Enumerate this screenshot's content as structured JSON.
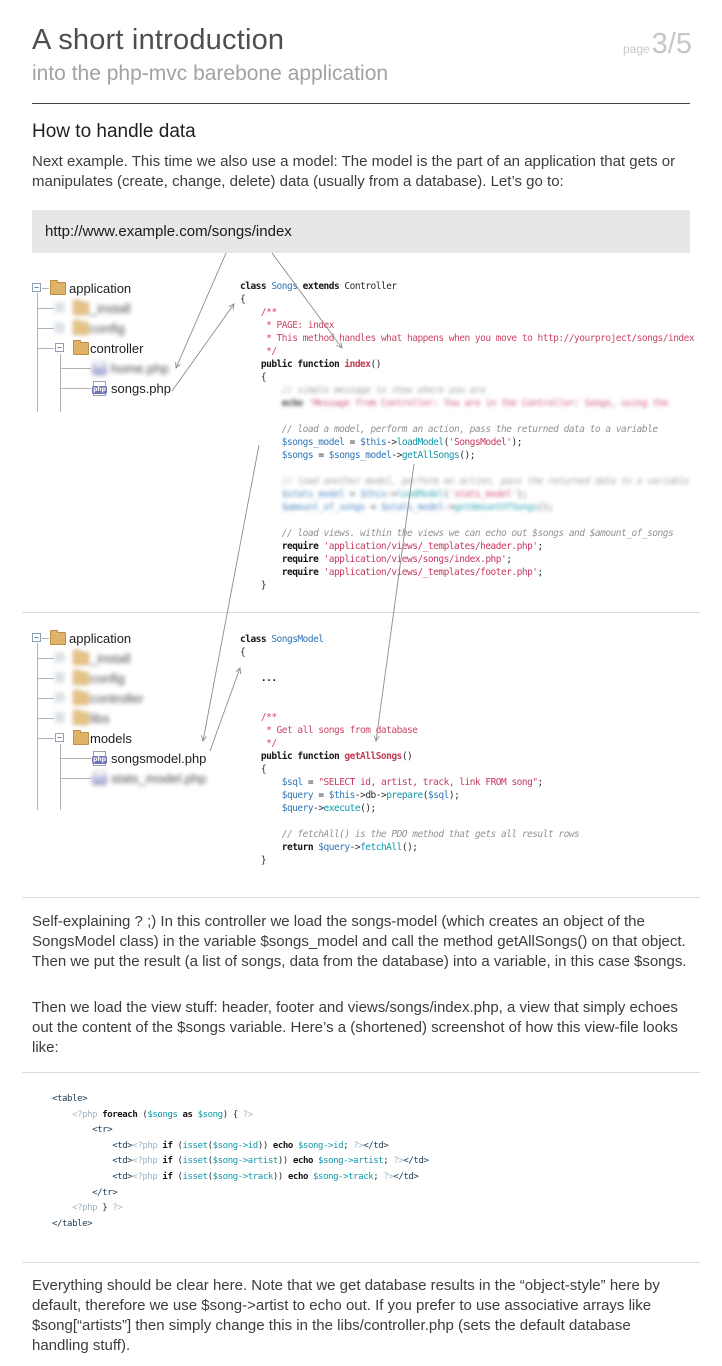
{
  "header": {
    "title": "A short introduction",
    "subtitle": "into the php-mvc barebone application",
    "page_label": "page",
    "page_number": "3/5"
  },
  "section": {
    "heading": "How to handle data",
    "intro": "Next example. This time we also use a model: The model is the part of an application that gets or manipulates (create, change, delete) data (usually from a database). Let’s go to:"
  },
  "url_box": {
    "url": "http://www.example.com/songs/index"
  },
  "icons": {
    "php_badge": "php",
    "toggle_expanded": "−",
    "toggle_collapsed": "+"
  },
  "tree1": {
    "rows": [
      {
        "label": "application",
        "depth": 0,
        "icon": "folder",
        "toggle": "minus",
        "blur": false
      },
      {
        "label": "_install",
        "depth": 1,
        "icon": "folder",
        "toggle": "plus",
        "blur": true
      },
      {
        "label": "config",
        "depth": 1,
        "icon": "folder",
        "toggle": "plus",
        "blur": true
      },
      {
        "label": "controller",
        "depth": 1,
        "icon": "folder",
        "toggle": "minus",
        "blur": false
      },
      {
        "label": "home.php",
        "depth": 2,
        "icon": "php",
        "toggle": null,
        "blur": true
      },
      {
        "label": "songs.php",
        "depth": 2,
        "icon": "php",
        "toggle": null,
        "blur": false
      }
    ]
  },
  "tree2": {
    "rows": [
      {
        "label": "application",
        "depth": 0,
        "icon": "folder",
        "toggle": "minus",
        "blur": false
      },
      {
        "label": "_install",
        "depth": 1,
        "icon": "folder",
        "toggle": "plus",
        "blur": true
      },
      {
        "label": "config",
        "depth": 1,
        "icon": "folder",
        "toggle": "plus",
        "blur": true
      },
      {
        "label": "controller",
        "depth": 1,
        "icon": "folder",
        "toggle": "plus",
        "blur": true
      },
      {
        "label": "libs",
        "depth": 1,
        "icon": "folder",
        "toggle": "plus",
        "blur": true
      },
      {
        "label": "models",
        "depth": 1,
        "icon": "folder",
        "toggle": "minus",
        "blur": false
      },
      {
        "label": "songsmodel.php",
        "depth": 2,
        "icon": "php",
        "toggle": null,
        "blur": false
      },
      {
        "label": "stats_model.php",
        "depth": 2,
        "icon": "php",
        "toggle": null,
        "blur": true
      }
    ]
  },
  "code1": {
    "lines": [
      {
        "s": [
          [
            "kw",
            "class "
          ],
          [
            "cls",
            "Songs"
          ],
          [
            "kw",
            " extends "
          ],
          [
            "pl",
            "Controller"
          ]
        ]
      },
      {
        "s": [
          [
            "pl",
            "{"
          ]
        ]
      },
      {
        "s": [
          [
            "doc",
            "    /**"
          ]
        ]
      },
      {
        "s": [
          [
            "doc",
            "     * PAGE: index"
          ]
        ]
      },
      {
        "s": [
          [
            "doc",
            "     * This method handles what happens when you move to http://yourproject/songs/index"
          ]
        ]
      },
      {
        "s": [
          [
            "doc",
            "     */"
          ]
        ]
      },
      {
        "s": [
          [
            "kw",
            "    public function "
          ],
          [
            "def",
            "index"
          ],
          [
            "pl",
            "()"
          ]
        ]
      },
      {
        "s": [
          [
            "pl",
            "    {"
          ]
        ]
      },
      {
        "blur": true,
        "s": [
          [
            "com",
            "        // simple message to show where you are"
          ]
        ]
      },
      {
        "blur": true,
        "s": [
          [
            "kw",
            "        echo "
          ],
          [
            "str",
            "'Message from Controller: You are in the Controller: Songs, using the"
          ]
        ]
      },
      {
        "s": []
      },
      {
        "s": [
          [
            "com",
            "        // load a model, perform an action, pass the returned data to a variable"
          ]
        ]
      },
      {
        "s": [
          [
            "pl",
            "        "
          ],
          [
            "var",
            "$songs_model"
          ],
          [
            "pl",
            " = "
          ],
          [
            "var",
            "$this"
          ],
          [
            "pl",
            "->"
          ],
          [
            "fn",
            "loadModel"
          ],
          [
            "pl",
            "("
          ],
          [
            "str",
            "'SongsModel'"
          ],
          [
            "pl",
            ");"
          ]
        ]
      },
      {
        "s": [
          [
            "pl",
            "        "
          ],
          [
            "var",
            "$songs"
          ],
          [
            "pl",
            " = "
          ],
          [
            "var",
            "$songs_model"
          ],
          [
            "pl",
            "->"
          ],
          [
            "fn",
            "getAllSongs"
          ],
          [
            "pl",
            "();"
          ]
        ]
      },
      {
        "s": []
      },
      {
        "blur": true,
        "s": [
          [
            "com",
            "        // load another model, perform an action, pass the returned data to a variable"
          ]
        ]
      },
      {
        "blur": true,
        "s": [
          [
            "pl",
            "        "
          ],
          [
            "var",
            "$stats_model"
          ],
          [
            "pl",
            " = "
          ],
          [
            "var",
            "$this"
          ],
          [
            "pl",
            "->"
          ],
          [
            "fn",
            "loadModel"
          ],
          [
            "pl",
            "("
          ],
          [
            "str",
            "'stats_model'"
          ],
          [
            "pl",
            ");"
          ]
        ]
      },
      {
        "blur": true,
        "s": [
          [
            "pl",
            "        "
          ],
          [
            "var",
            "$amount_of_songs"
          ],
          [
            "pl",
            " = "
          ],
          [
            "var",
            "$stats_model"
          ],
          [
            "pl",
            "->"
          ],
          [
            "fn",
            "getAmountOfSongs"
          ],
          [
            "pl",
            "();"
          ]
        ]
      },
      {
        "s": []
      },
      {
        "s": [
          [
            "com",
            "        // load views. within the views we can echo out $songs and $amount_of_songs"
          ]
        ]
      },
      {
        "s": [
          [
            "kw",
            "        require "
          ],
          [
            "str",
            "'application/views/_templates/header.php'"
          ],
          [
            "pl",
            ";"
          ]
        ]
      },
      {
        "s": [
          [
            "kw",
            "        require "
          ],
          [
            "str",
            "'application/views/songs/index.php'"
          ],
          [
            "pl",
            ";"
          ]
        ]
      },
      {
        "s": [
          [
            "kw",
            "        require "
          ],
          [
            "str",
            "'application/views/_templates/footer.php'"
          ],
          [
            "pl",
            ";"
          ]
        ]
      },
      {
        "s": [
          [
            "pl",
            "    }"
          ]
        ]
      }
    ]
  },
  "code2": {
    "lines": [
      {
        "s": [
          [
            "kw",
            "class "
          ],
          [
            "cls",
            "SongsModel"
          ]
        ]
      },
      {
        "s": [
          [
            "pl",
            "{"
          ]
        ]
      },
      {
        "s": []
      },
      {
        "s": [
          [
            "kw",
            "    ..."
          ]
        ]
      },
      {
        "s": []
      },
      {
        "s": []
      },
      {
        "s": [
          [
            "doc",
            "    /**"
          ]
        ]
      },
      {
        "s": [
          [
            "doc",
            "     * Get all songs from database"
          ]
        ]
      },
      {
        "s": [
          [
            "doc",
            "     */"
          ]
        ]
      },
      {
        "s": [
          [
            "kw",
            "    public function "
          ],
          [
            "def",
            "getAllSongs"
          ],
          [
            "pl",
            "()"
          ]
        ]
      },
      {
        "s": [
          [
            "pl",
            "    {"
          ]
        ]
      },
      {
        "s": [
          [
            "pl",
            "        "
          ],
          [
            "var",
            "$sql"
          ],
          [
            "pl",
            " = "
          ],
          [
            "str",
            "\"SELECT id, artist, track, link FROM song\""
          ],
          [
            "pl",
            ";"
          ]
        ]
      },
      {
        "s": [
          [
            "pl",
            "        "
          ],
          [
            "var",
            "$query"
          ],
          [
            "pl",
            " = "
          ],
          [
            "var",
            "$this"
          ],
          [
            "pl",
            "->db->"
          ],
          [
            "fn",
            "prepare"
          ],
          [
            "pl",
            "("
          ],
          [
            "var",
            "$sql"
          ],
          [
            "pl",
            ");"
          ]
        ]
      },
      {
        "s": [
          [
            "pl",
            "        "
          ],
          [
            "var",
            "$query"
          ],
          [
            "pl",
            "->"
          ],
          [
            "fn",
            "execute"
          ],
          [
            "pl",
            "();"
          ]
        ]
      },
      {
        "s": []
      },
      {
        "s": [
          [
            "com",
            "        // fetchAll() is the PDO method that gets all result rows"
          ]
        ]
      },
      {
        "s": [
          [
            "kw",
            "        return "
          ],
          [
            "var",
            "$query"
          ],
          [
            "pl",
            "->"
          ],
          [
            "fn",
            "fetchAll"
          ],
          [
            "pl",
            "();"
          ]
        ]
      },
      {
        "s": [
          [
            "pl",
            "    }"
          ]
        ]
      }
    ]
  },
  "code3": {
    "lines": [
      {
        "s": [
          [
            "tag",
            "<table>"
          ]
        ]
      },
      {
        "s": [
          [
            "pl",
            "    "
          ],
          [
            "php",
            "<?php "
          ],
          [
            "kw",
            "foreach "
          ],
          [
            "pl",
            "("
          ],
          [
            "fn",
            "$songs"
          ],
          [
            "kw",
            " as "
          ],
          [
            "fn",
            "$song"
          ],
          [
            "pl",
            ") { "
          ],
          [
            "php",
            "?>"
          ]
        ]
      },
      {
        "s": [
          [
            "tag",
            "        <tr>"
          ]
        ]
      },
      {
        "s": [
          [
            "tag",
            "            <td>"
          ],
          [
            "php",
            "<?php "
          ],
          [
            "kw",
            "if "
          ],
          [
            "pl",
            "("
          ],
          [
            "fn",
            "isset"
          ],
          [
            "pl",
            "("
          ],
          [
            "fn",
            "$song->id"
          ],
          [
            "pl",
            ")) "
          ],
          [
            "kw",
            "echo "
          ],
          [
            "fn",
            "$song->id"
          ],
          [
            "pl",
            "; "
          ],
          [
            "php",
            "?>"
          ],
          [
            "tag",
            "</td>"
          ]
        ]
      },
      {
        "s": [
          [
            "tag",
            "            <td>"
          ],
          [
            "php",
            "<?php "
          ],
          [
            "kw",
            "if "
          ],
          [
            "pl",
            "("
          ],
          [
            "fn",
            "isset"
          ],
          [
            "pl",
            "("
          ],
          [
            "fn",
            "$song->artist"
          ],
          [
            "pl",
            ")) "
          ],
          [
            "kw",
            "echo "
          ],
          [
            "fn",
            "$song->artist"
          ],
          [
            "pl",
            "; "
          ],
          [
            "php",
            "?>"
          ],
          [
            "tag",
            "</td>"
          ]
        ]
      },
      {
        "s": [
          [
            "tag",
            "            <td>"
          ],
          [
            "php",
            "<?php "
          ],
          [
            "kw",
            "if "
          ],
          [
            "pl",
            "("
          ],
          [
            "fn",
            "isset"
          ],
          [
            "pl",
            "("
          ],
          [
            "fn",
            "$song->track"
          ],
          [
            "pl",
            ")) "
          ],
          [
            "kw",
            "echo "
          ],
          [
            "fn",
            "$song->track"
          ],
          [
            "pl",
            "; "
          ],
          [
            "php",
            "?>"
          ],
          [
            "tag",
            "</td>"
          ]
        ]
      },
      {
        "s": [
          [
            "tag",
            "        </tr>"
          ]
        ]
      },
      {
        "s": [
          [
            "pl",
            "    "
          ],
          [
            "php",
            "<?php "
          ],
          [
            "pl",
            "} "
          ],
          [
            "php",
            "?>"
          ]
        ]
      },
      {
        "s": [
          [
            "tag",
            "</table>"
          ]
        ]
      }
    ]
  },
  "paragraphs": {
    "explain1": "Self-explaining ? ;) In this controller we load the songs-model (which creates an object of the SongsModel class) in the variable $songs_model and call the method getAllSongs() on that object. Then we put the result (a list of songs, data from the database) into a variable, in this case $songs.",
    "explain2": "Then we load the view stuff: header, footer and views/songs/index.php, a view that simply echoes out the content of the $songs variable. Here’s a (shortened) screenshot of how this view-file looks like:",
    "explain3": "Everything should be clear here. Note that we get database results in the “object-style” here by default, therefore we use $song->artist to echo out. If you prefer to use associative arrays like $song[“artists”] then simply change this in the libs/controller.php (sets the default database handling stuff)."
  },
  "colors": {
    "accent_blue": "#2e75b6",
    "accent_teal": "#0e97a8",
    "accent_crimson": "#c8385e",
    "comment_gray": "#929292",
    "urlbox_bg": "#e7e7e7"
  }
}
